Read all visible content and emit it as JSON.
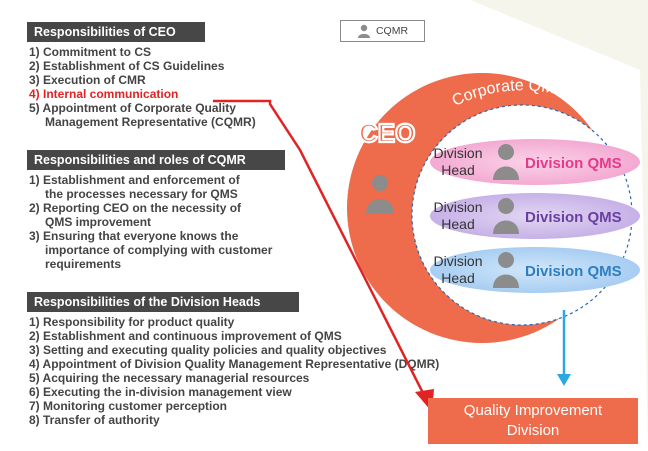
{
  "colors": {
    "accent_orange": "#ee6b4b",
    "header_bg": "#474747",
    "highlight_red": "#e02424",
    "arrow_blue": "#2aa9e0",
    "division_pink": "#e53a8a",
    "division_purple": "#6a3fa0",
    "division_blue": "#2d7fc1"
  },
  "ceo_section": {
    "title": "Responsibilities of CEO",
    "items": [
      "1) Commitment to CS",
      "2) Establishment of CS Guidelines",
      "3) Execution of CMR",
      "4) Internal communication",
      "5) Appointment of Corporate Quality",
      "Management Representative (CQMR)"
    ]
  },
  "cqmr_section": {
    "title": "Responsibilities and roles of CQMR",
    "items": [
      "1) Establishment and enforcement of",
      "the processes necessary for QMS",
      "2) Reporting CEO on the necessity of",
      "QMS improvement",
      "3) Ensuring that everyone knows the",
      "importance of complying with customer",
      "requirements"
    ]
  },
  "division_section": {
    "title": "Responsibilities of the Division Heads",
    "items": [
      "1) Responsibility for product quality",
      "2) Establishment and continuous improvement of QMS",
      "3) Setting and executing quality policies and quality objectives",
      "4) Appointment of Division Quality Management Representative (DQMR)",
      "5) Acquiring the necessary managerial resources",
      "6) Executing the in-division management view",
      "7) Monitoring customer perception",
      "8) Transfer of authority"
    ]
  },
  "cqmr_tag": {
    "label": "CQMR",
    "icon": "person-icon"
  },
  "diagram": {
    "outer_label": "Corporate QMS",
    "ceo_label": "CEO",
    "divisions": [
      {
        "head_line1": "Division",
        "head_line2": "Head",
        "qms": "Division QMS"
      },
      {
        "head_line1": "Division",
        "head_line2": "Head",
        "qms": "Division QMS"
      },
      {
        "head_line1": "Division",
        "head_line2": "Head",
        "qms": "Division QMS"
      }
    ]
  },
  "quality_box": {
    "line1": "Quality Improvement",
    "line2": "Division"
  }
}
